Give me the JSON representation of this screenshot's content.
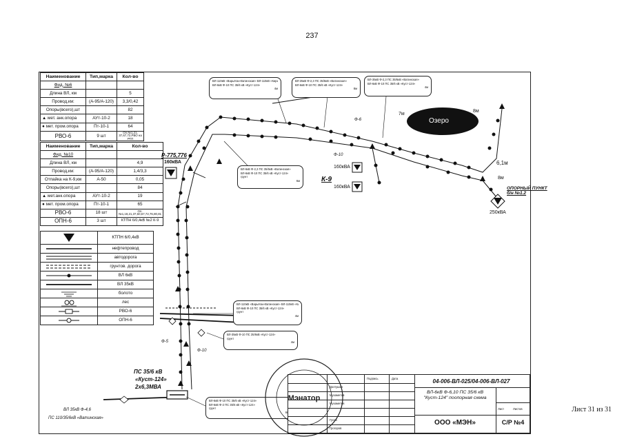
{
  "page_number": "237",
  "sheet_note": "Лист 31 из 31",
  "feeder6_table": {
    "header": [
      "Наименование",
      "Тип,марка",
      "Кол-во"
    ],
    "rows": [
      [
        "Фид. №6",
        "",
        ""
      ],
      [
        "Длина ВЛ, км",
        "",
        "5"
      ],
      [
        "Провод,км:",
        "(А-95/А-120)",
        "3,3/0,42"
      ],
      [
        "Опоры(всего),шт",
        "",
        "82"
      ],
      [
        "мет. анк.опора",
        "АУт-10-2",
        "18"
      ],
      [
        "мет. пром.опора",
        "Пт-10-1",
        "64"
      ],
      [
        "РВО-6",
        "9 шт",
        "Оп.№1,21, 37,67,72,РВО на РТП"
      ]
    ]
  },
  "feeder10_table": {
    "header": [
      "Наименование",
      "Тип,марка",
      "Кол-во"
    ],
    "rows": [
      [
        "Фид. №10",
        "",
        ""
      ],
      [
        "Длина ВЛ, км",
        "",
        "4,9"
      ],
      [
        "Провод,км:",
        "(А-95/А-120)",
        "1,4/3,3"
      ],
      [
        "Отпайка на К-9,км",
        "А-50",
        "0,05"
      ],
      [
        "Опоры(всего),шт",
        "",
        "84"
      ],
      [
        "мет.анк.опора",
        "АУт-10-2",
        "19"
      ],
      [
        "мет. пром.опора",
        "Пт-10-1",
        "65"
      ],
      [
        "РВО-6",
        "18 шт",
        "Оп.№1,18,21,37,60,67,72,76,80,81"
      ],
      [
        "ОПН-6",
        "3 шт",
        "КТПН 6/0,4кВ №2 К-9"
      ]
    ]
  },
  "legend": {
    "title": "КТПН 6/0,4кВ",
    "items": [
      "нефтепровод",
      "автодорога",
      "грунтов. дорога",
      "ВЛ 6кВ",
      "ВЛ 35кВ",
      "болото",
      "лес",
      "РВО-6",
      "ОПН-6"
    ]
  },
  "labels": {
    "tp_left": "Р-775,776",
    "tp_left_power": "160кВА",
    "k9": "К-9",
    "k9_power1": "160кВА",
    "k9_power2": "160кВА",
    "lake": "Озеро",
    "f6": "Ф-6",
    "f10": "Ф-10",
    "f5_bottom": "Ф-5",
    "f10_bottom": "Ф-10",
    "span_6_1m": "6,1м",
    "span_8m_a": "8м",
    "span_8m_b": "8м",
    "span_7m": "7м",
    "support_point": "ОПОРНЫЙ ПУНКТ б/н №1.2",
    "support_power": "250кВА",
    "substation_name": "ПС 35/6 кВ",
    "substation_quote": "«Куст-124»",
    "substation_trafo": "2х6,3МВА",
    "vl35_label": "ВЛ 35кВ Ф-4,6",
    "ps110_label": "ПС 110/35/6кВ «Ватинская»",
    "stamp_text": "Мэнатор"
  },
  "callouts": [
    [
      "ВЛ-110кВ «Варьёган-Ватинская» ВЛ-110кВ «Кирьяновская-Ватинская»",
      "ВЛ-6кВ Ф-10 ПС 35/6 кВ «Куст-124»",
      "4м"
    ],
    [
      "ВЛ-35кВ Ф-2,3 ПС 35/6кВ «Ватинская»",
      "ВЛ-6кВ Ф-10 ПС 35/6 кВ «Куст-124»",
      "8м"
    ],
    [
      "ВЛ-35кВ Ф-2,3 ПС 35/6кВ «Ватинская»",
      "ВЛ-6кВ Ф-10 ПС 35/6 кВ «Куст-124»",
      "4м"
    ],
    [
      "ВЛ-6кВ Ф-2,3 ПС 35/6кВ «Ватинская»",
      "ВЛ-6кВ Ф-10 ПС 35/6 кВ «Куст-124»",
      "грунт",
      "6м"
    ],
    [
      "ВЛ-110кВ «Варьёган-Ватинская» ВЛ-110кВ «Кирьяновская-Ватинская»",
      "ВЛ-6кВ Ф-10 ПС 35/6 кВ «Куст-124»",
      "грунт",
      "4м"
    ],
    [
      "ВЛ-35кВ Ф-10 ПС 35/6кВ «Куст-124»",
      "грунт",
      "4м"
    ],
    [
      "ВЛ-6кВ Ф-10 ПС 35/6 кВ «Куст-124»",
      "ВЛ-6кВ Ф-2 ПС 35/6 кВ «Куст-124»",
      "грунт",
      "6м"
    ]
  ],
  "title_block": {
    "code": "04-006-ВЛ-025/04-006-ВЛ-027",
    "title": "ВЛ-6кВ Ф-6,10 ПС 35/6 кВ \"Куст-124\" поопорная схема",
    "org": "ООО «МЭН»",
    "sheet": "С/Р №4",
    "small": [
      "Подпись",
      "Дата",
      "Лист",
      "Листов",
      "Долгушин",
      "Мухаметов",
      "Мухаметов",
      "Гусев",
      "Грогоров"
    ]
  }
}
